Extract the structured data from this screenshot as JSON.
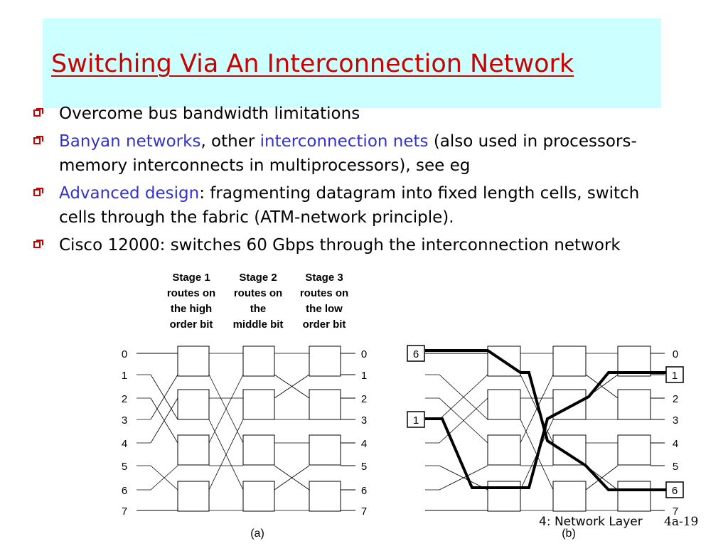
{
  "title": "Switching Via An Interconnection Network",
  "bullets": [
    {
      "parts": [
        {
          "text": "Overcome bus bandwidth limitations",
          "color": "black"
        }
      ]
    },
    {
      "parts": [
        {
          "text": "Banyan networks",
          "color": "blue"
        },
        {
          "text": ", other ",
          "color": "black"
        },
        {
          "text": "interconnection nets",
          "color": "blue"
        },
        {
          "text": " (also used in processors-memory interconnects in multiprocessors), see eg",
          "color": "black"
        }
      ]
    },
    {
      "parts": [
        {
          "text": "Advanced design",
          "color": "blue"
        },
        {
          "text": ": fragmenting datagram into fixed length cells, switch cells through the fabric (ATM-network principle).",
          "color": "black"
        }
      ]
    },
    {
      "parts": [
        {
          "text": "Cisco 12000: switches 60 Gbps through the interconnection network",
          "color": "black"
        }
      ]
    }
  ],
  "diagram": {
    "stage_captions": [
      [
        "Stage 1",
        "routes on",
        "the high",
        "order bit"
      ],
      [
        "Stage 2",
        "routes on",
        "the",
        "middle bit"
      ],
      [
        "Stage 3",
        "routes on",
        "the low",
        "order bit"
      ]
    ],
    "left_ports": [
      "0",
      "1",
      "2",
      "3",
      "4",
      "5",
      "6",
      "7"
    ],
    "right_ports": [
      "0",
      "1",
      "2",
      "3",
      "4",
      "5",
      "6",
      "7"
    ],
    "caption_a": "(a)",
    "caption_b": "(b)",
    "inputs_b": [
      "6",
      "1"
    ],
    "highlighted_outputs_b": [
      "1",
      "6"
    ]
  },
  "footer": {
    "chapter": "4: Network Layer",
    "page": "4a-19"
  },
  "colors": {
    "title": "#cc0000",
    "title_bg": "#ccffff",
    "link": "#3333cc"
  }
}
